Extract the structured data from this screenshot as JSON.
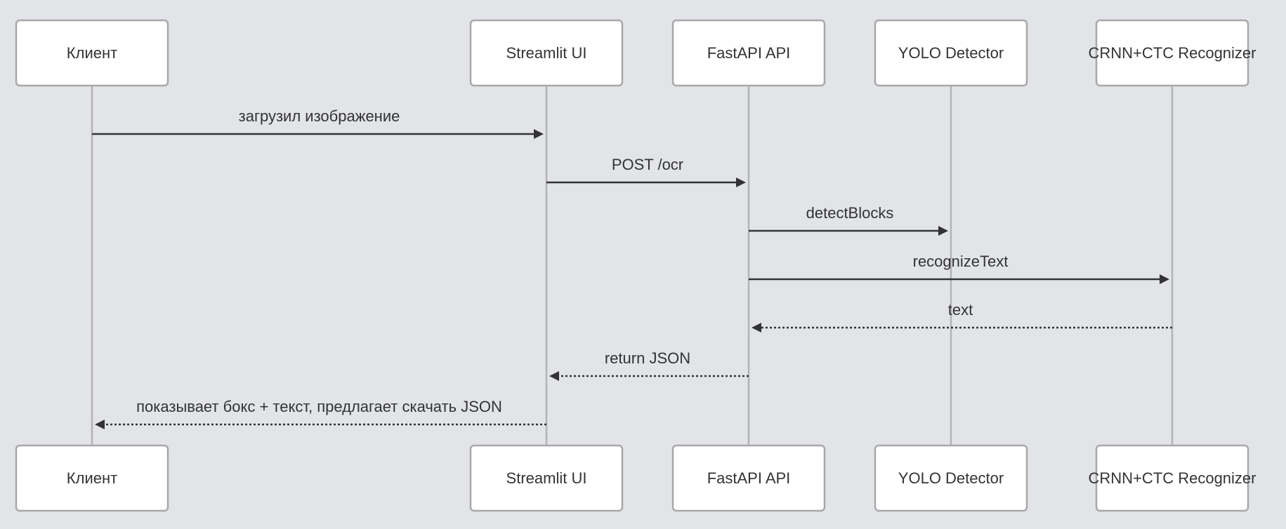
{
  "diagram": {
    "type": "sequence",
    "colors": {
      "background": "#ffffff",
      "actor_border": "#a8a8a8",
      "lifeline": "#b3b3b3",
      "arrow": "#333333",
      "text": "#333333",
      "grid_dot": "#e6e8ec"
    },
    "participants": [
      {
        "id": "client",
        "label": "Клиент"
      },
      {
        "id": "ui",
        "label": "Streamlit UI"
      },
      {
        "id": "api",
        "label": "FastAPI API"
      },
      {
        "id": "yolo",
        "label": "YOLO Detector"
      },
      {
        "id": "crnn",
        "label": "CRNN+CTC Recognizer"
      }
    ],
    "messages": [
      {
        "from": "client",
        "to": "ui",
        "label": "загрузил изображение",
        "style": "solid"
      },
      {
        "from": "ui",
        "to": "api",
        "label": "POST /ocr",
        "style": "solid"
      },
      {
        "from": "api",
        "to": "yolo",
        "label": "detectBlocks",
        "style": "solid"
      },
      {
        "from": "api",
        "to": "crnn",
        "label": "recognizeText",
        "style": "solid"
      },
      {
        "from": "crnn",
        "to": "api",
        "label": "text",
        "style": "dashed"
      },
      {
        "from": "api",
        "to": "ui",
        "label": "return JSON",
        "style": "dashed"
      },
      {
        "from": "ui",
        "to": "client",
        "label": "показывает бокс + текст, предлагает скачать JSON",
        "style": "dashed"
      }
    ]
  }
}
